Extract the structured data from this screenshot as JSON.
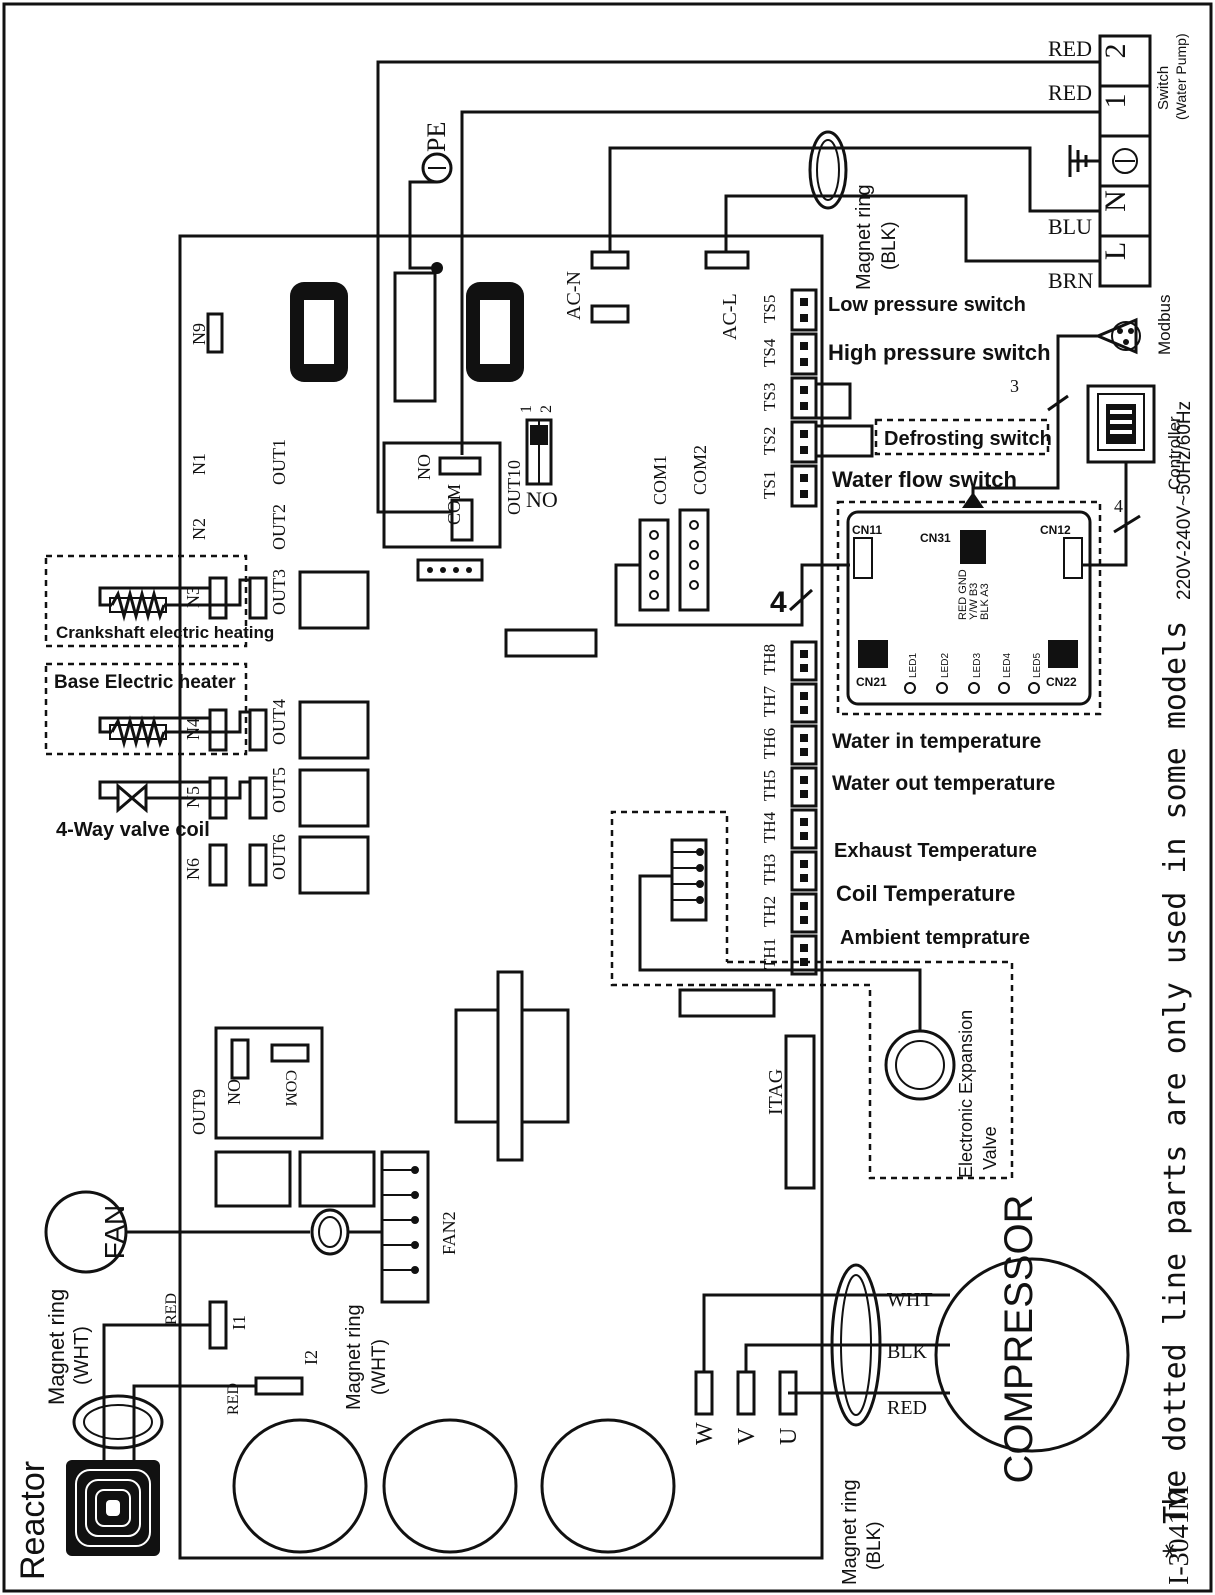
{
  "model": "I-3041M",
  "note": "* The dotted line parts are only used in some models",
  "power": {
    "label": "220V-240V~50Hz/60Hz",
    "switch_label": "Switch",
    "switch_sub": "(Water Pump)",
    "terminals": [
      "2",
      "1",
      "⏚",
      "N",
      "L"
    ],
    "wires": [
      "RED",
      "RED",
      "BLU",
      "BRN"
    ]
  },
  "board": {
    "pe": "PE",
    "ac_n": "AC-N",
    "ac_l": "AC-L",
    "out10": "OUT10",
    "no": "NO",
    "com": "COM",
    "com1": "COM1",
    "com2": "COM2",
    "switch_1": "1",
    "switch_2": "2",
    "n_terms": [
      "N9",
      "N1",
      "N2",
      "N3",
      "N4",
      "N5",
      "N6"
    ],
    "out_terms": [
      "OUT1",
      "OUT2",
      "OUT3",
      "OUT4",
      "OUT5",
      "OUT6"
    ],
    "ts": [
      "TS5",
      "TS4",
      "TS3",
      "TS2",
      "TS1"
    ],
    "th": [
      "TH8",
      "TH7",
      "TH6",
      "TH5",
      "TH4",
      "TH3",
      "TH2",
      "TH1"
    ],
    "out9": "OUT9",
    "fan2": "FAN2",
    "itag": "ITAG",
    "i1": "I1",
    "i2": "I2",
    "w": "W",
    "v": "V",
    "u": "U",
    "bus_count": "4"
  },
  "sensors": {
    "low_pressure": "Low pressure switch",
    "high_pressure": "High pressure switch",
    "defrosting": "Defrosting switch",
    "water_flow": "Water flow switch",
    "water_in": "Water in temperature",
    "water_out": "Water out temperature",
    "exhaust": "Exhaust Temperature",
    "coil": "Coil Temperature",
    "ambient": "Ambient temprature"
  },
  "loads": {
    "crankshaft": "Crankshaft electric heating",
    "base_heater": "Base Electric heater",
    "valve_coil": "4-Way valve coil",
    "exv_line1": "Electronic Expansion",
    "exv_line2": "Valve"
  },
  "comm_board": {
    "cn11": "CN11",
    "cn31": "CN31",
    "cn12": "CN12",
    "cn21": "CN21",
    "cn22": "CN22",
    "pins": [
      "RED GND",
      "Y/W B3",
      "BLK A3"
    ],
    "leds": [
      "LED1",
      "LED2",
      "LED3",
      "LED4",
      "LED5"
    ],
    "modbus": "Modbus",
    "controller": "Controller",
    "modbus_wires": "3",
    "controller_wires": "4"
  },
  "components": {
    "fan": "FAN",
    "reactor": "Reactor",
    "compressor": "COMPRESSOR",
    "magnet_ring": "Magnet ring",
    "wht": "(WHT)",
    "blk": "(BLK)",
    "red": "RED",
    "comp_wires": [
      "WHT",
      "BLK",
      "RED"
    ]
  }
}
